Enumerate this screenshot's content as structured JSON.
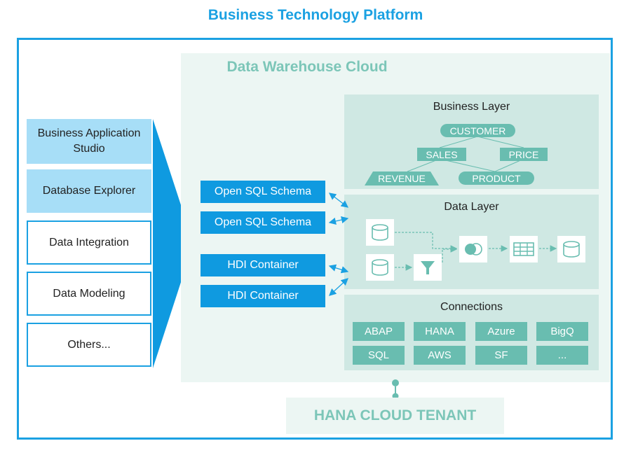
{
  "title": "Business Technology Platform",
  "tools": [
    {
      "label": "Business Application Studio"
    },
    {
      "label": "Database Explorer"
    },
    {
      "label": "Data Integration"
    },
    {
      "label": "Data Modeling"
    },
    {
      "label": "Others..."
    }
  ],
  "dwc": {
    "title": "Data Warehouse Cloud",
    "schemas": [
      "Open SQL Schema",
      "Open SQL Schema",
      "HDI Container",
      "HDI Container"
    ],
    "business_layer": {
      "title": "Business Layer",
      "nodes": {
        "customer": "CUSTOMER",
        "sales": "SALES",
        "price": "PRICE",
        "revenue": "REVENUE",
        "product": "PRODUCT"
      }
    },
    "data_layer": {
      "title": "Data Layer",
      "icons": [
        "database-icon",
        "database-icon",
        "filter-icon",
        "join-icon",
        "table-icon",
        "database-icon"
      ]
    },
    "connections": {
      "title": "Connections",
      "items": [
        "ABAP",
        "HANA",
        "Azure",
        "BigQ",
        "SQL",
        "AWS",
        "SF",
        "..."
      ]
    }
  },
  "tenant": "HANA CLOUD TENANT",
  "colors": {
    "primary": "#1ba1e2",
    "teal": "#69bdb0",
    "light_blue": "#a7def7",
    "dwc_bg": "#ecf6f3",
    "layer_bg": "#cfe8e3"
  }
}
